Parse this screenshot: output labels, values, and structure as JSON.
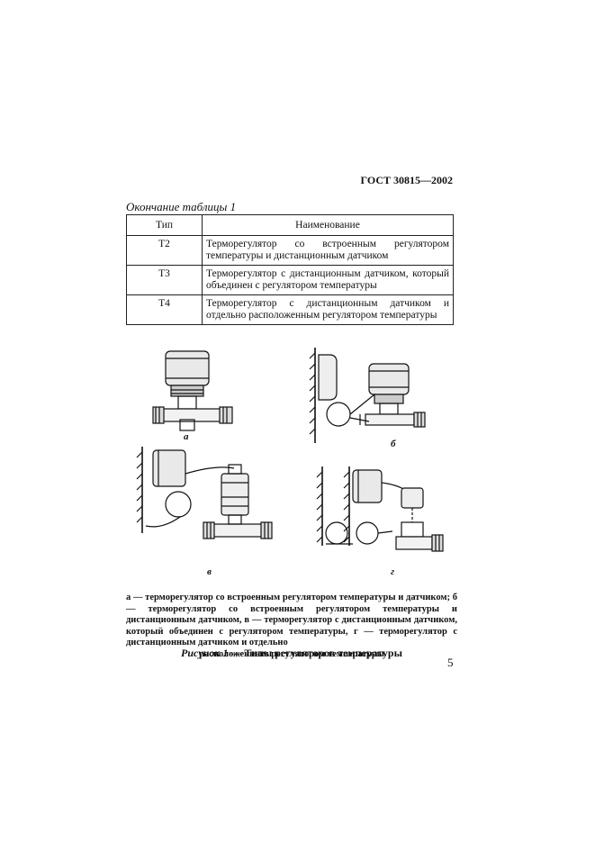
{
  "header": {
    "standard": "ГОСТ 30815—2002"
  },
  "table": {
    "caption": "Окончание таблицы 1",
    "columns": [
      "Тип",
      "Наименование"
    ],
    "rows": [
      {
        "type": "Т2",
        "name": "Терморегулятор со встроенным регулятором температуры и дистанционным датчиком"
      },
      {
        "type": "Т3",
        "name": "Терморегулятор с дистанционным датчиком, который объединен с регулятором температуры"
      },
      {
        "type": "Т4",
        "name": "Терморегулятор с дистанционным датчиком и отдельно расположенным регулятором температуры"
      }
    ]
  },
  "figure": {
    "labels": {
      "a": "а",
      "b": "б",
      "v": "в",
      "g": "г"
    },
    "legend_line1": "а — терморегулятор со встроенным регулятором температуры и датчиком; б — терморегулятор со встроенным регулятором температуры и дистанционным датчиком, в — терморегулятор с дистанционным датчиком, который объединен с регулятором температуры, г — терморегулятор с дистанционным датчиком и отдельно",
    "legend_line2": "расположенным регулятором температуры",
    "caption_prefix": "Рисунок 1",
    "caption_text": " — Типы регуляторов температуры"
  },
  "page_number": "5"
}
